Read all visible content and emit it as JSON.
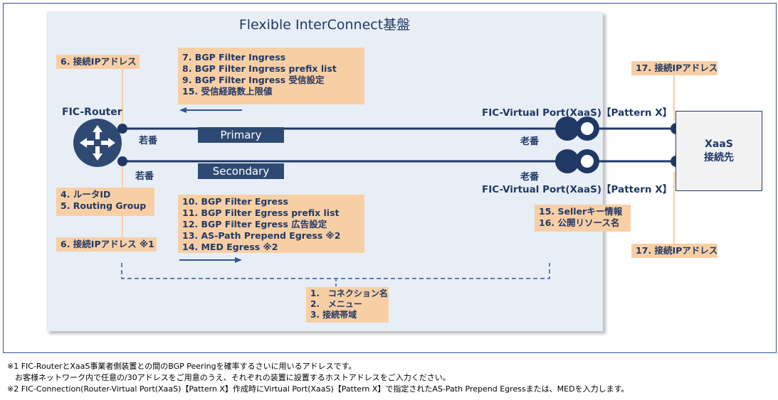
{
  "title": "Flexible InterConnect基盤",
  "router": {
    "label": "FIC-Router"
  },
  "bands": {
    "primary": "Primary",
    "secondary": "Secondary"
  },
  "labels": {
    "wakaban_top": "若番",
    "wakaban_bottom": "若番",
    "roban_top": "老番",
    "roban_bottom": "老番",
    "vport_top": "FIC-Virtual Port(XaaS)【Pattern X】",
    "vport_bottom": "FIC-Virtual Port(XaaS)【Pattern X】"
  },
  "xaas": {
    "line1": "XaaS",
    "line2": "接続先"
  },
  "notes": {
    "ip_top": "6. 接続IPアドレス",
    "ingress": [
      "7. BGP Filter Ingress",
      "8. BGP Filter Ingress prefix list",
      "9. BGP Filter Ingress 受信設定",
      "15. 受信経路数上限値"
    ],
    "router_group": [
      "4. ルータID",
      "5. Routing Group"
    ],
    "ip_bottom": "6. 接続IPアドレス ※1",
    "egress": [
      "10. BGP Filter Egress",
      "11. BGP Filter Egress prefix list",
      "12. BGP Filter Egress 広告設定",
      "13. AS-Path Prepend Egress ※2",
      "14. MED Egress ※2"
    ],
    "seller": [
      "15. Sellerキー情報",
      "16. 公開リソース名"
    ],
    "xaas_ip_top": "17. 接続IPアドレス",
    "xaas_ip_bottom": "17. 接続IPアドレス",
    "connection": [
      "1.　コネクション名",
      "2.　メニュー",
      "3. 接続帯域"
    ]
  },
  "footnotes": [
    "※1 FIC-RouterとXaaS事業者側装置との間のBGP Peeringを確率するさいに用いるアドレスです。",
    "　お客様ネットワーク内で任意の/30アドレスをご用意のうえ、それぞれの装置に設置するホストアドレスをご入力ください。",
    "※2 FIC-Connection(Router-Virtual Port(XaaS)【Pattern X】作成時にVirtual Port(XaaS)【Pattern X】で指定されたAS-Path Prepend Egressまたは、MEDを入力します。"
  ],
  "colors": {
    "navy": "#203864",
    "note": "#f8cfa5",
    "band": "#2e4a72",
    "panel": "#e8eef6",
    "leader": "#f8cfa5"
  }
}
